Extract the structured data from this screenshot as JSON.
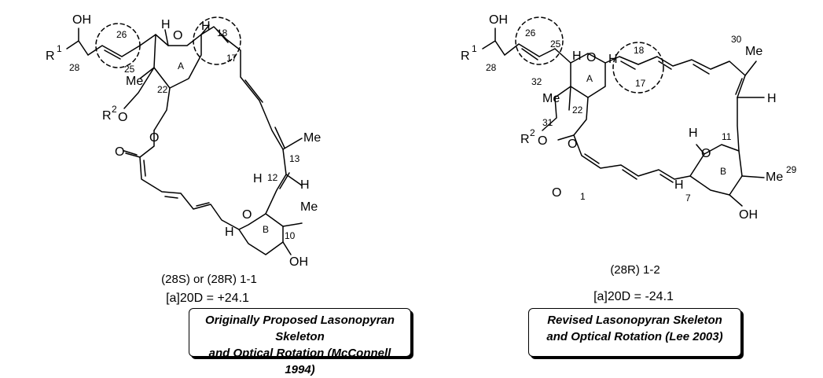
{
  "left_structure": {
    "labels": {
      "oh": "OH",
      "r1": "R",
      "r1_sup": "1",
      "c28": "28",
      "c26": "26",
      "c25": "25",
      "h_a1": "H",
      "o_ring": "O",
      "h_a2": "H",
      "c18": "18",
      "c17": "17",
      "ring_a": "A",
      "me22": "Me",
      "c22": "22",
      "r2": "R",
      "r2_sup": "2",
      "o_ether": "O",
      "o_ester": "O",
      "o_carbonyl": "O",
      "me13": "Me",
      "c13": "13",
      "c12": "12",
      "h12": "H",
      "h_b1": "H",
      "o_ringb": "O",
      "h_b2": "H",
      "me10": "Me",
      "ring_b": "B",
      "c10": "10",
      "oh10": "OH"
    },
    "caption": "(28S) or (28R) 1-1",
    "rotation": "[a]20D = +24.1"
  },
  "right_structure": {
    "labels": {
      "oh": "OH",
      "r1": "R",
      "r1_sup": "1",
      "c28": "28",
      "c26": "26",
      "c25": "25",
      "h_a1": "H",
      "o_ring": "O",
      "h_a2": "H",
      "c18": "18",
      "c17": "17",
      "c30": "30",
      "me30": "Me",
      "c32": "32",
      "me22": "Me",
      "ring_a": "A",
      "c22": "22",
      "c31": "31",
      "h11": "H",
      "h_right": "H",
      "o_ringb": "O",
      "c11": "11",
      "me29": "Me",
      "c29": "29",
      "r2": "R",
      "r2_sup": "2",
      "o_ether": "O",
      "o_ester": "O",
      "h_b": "H",
      "ring_b": "B",
      "o_carbonyl": "O",
      "c1": "1",
      "c7": "7"
    },
    "caption": "(28R) 1-2",
    "rotation": "[a]20D = -24.1"
  },
  "boxes": {
    "left": {
      "line1": "Originally Proposed Lasonopyran Skeleton",
      "line2": "and Optical Rotation (McConnell 1994)"
    },
    "right": {
      "line1": "Revised  Lasonopyran Skeleton",
      "line2": "and Optical Rotation (Lee 2003)"
    }
  }
}
